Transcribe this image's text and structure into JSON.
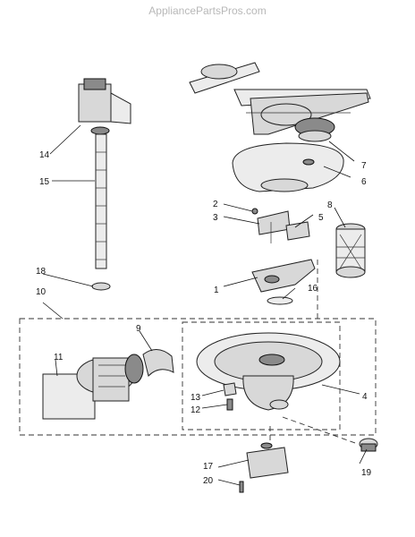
{
  "watermark": "AppliancePartsPros.com",
  "callouts": [
    "1",
    "2",
    "3",
    "4",
    "5",
    "6",
    "7",
    "8",
    "9",
    "10",
    "11",
    "12",
    "13",
    "14",
    "15",
    "16",
    "17",
    "18",
    "19",
    "20"
  ],
  "colors": {
    "line": "#222222",
    "fill": "#d8d8d8",
    "watermark": "#b8b8b8"
  }
}
